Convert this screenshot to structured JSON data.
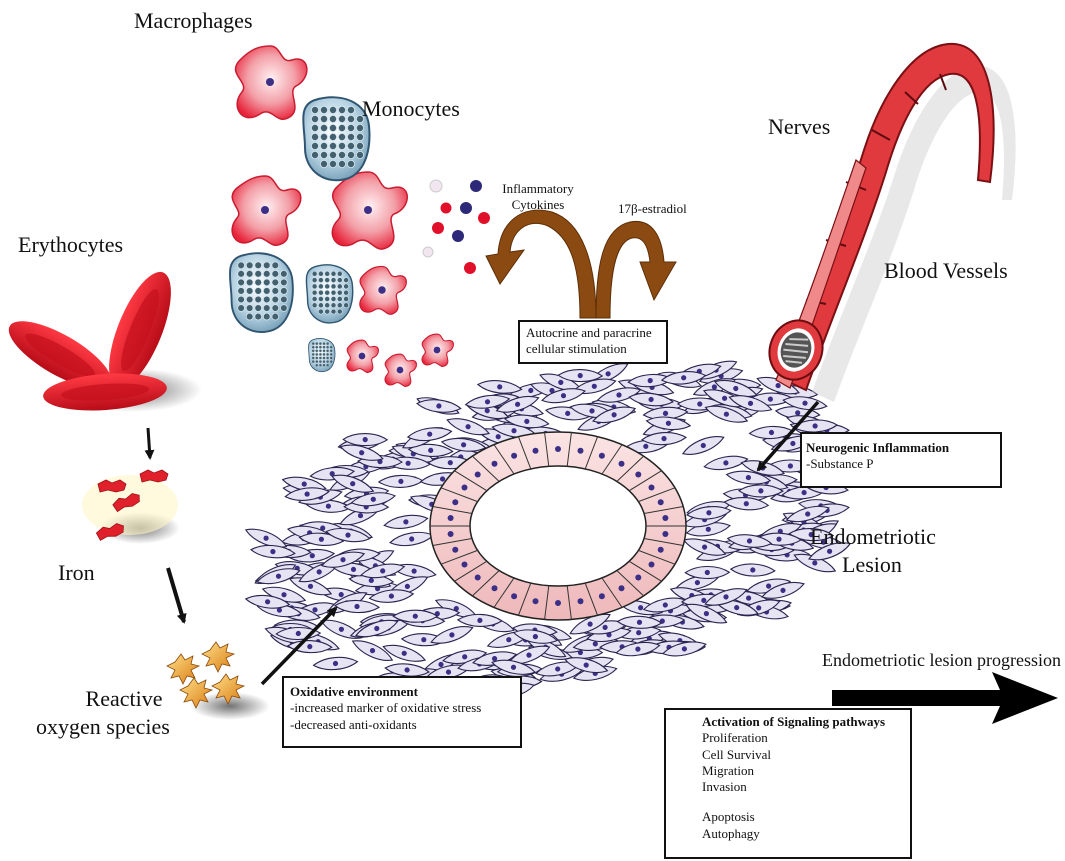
{
  "labels": {
    "macrophages": "Macrophages",
    "monocytes": "Monocytes",
    "erythocytes": "Erythocytes",
    "iron": "Iron",
    "ros_line1": "Reactive",
    "ros_line2": "oxygen species",
    "cytokines_line1": "Inflammatory",
    "cytokines_line2": "Cytokines",
    "estradiol": "17β-estradiol",
    "nerves": "Nerves",
    "blood_vessels": "Blood Vessels",
    "lesion_line1": "Endometriotic",
    "lesion_line2": "Lesion",
    "progression": "Endometriotic lesion progression"
  },
  "boxes": {
    "autocrine": {
      "line1": "Autocrine and paracrine",
      "line2": "cellular stimulation"
    },
    "neurogenic": {
      "title": "Neurogenic Inflammation",
      "line1": "-Substance P"
    },
    "oxidative": {
      "title": "Oxidative environment",
      "line1": "-increased marker of oxidative stress",
      "line2": "-decreased anti-oxidants"
    },
    "signaling": {
      "title": "Activation of Signaling pathways",
      "up_items": [
        "Proliferation",
        "Cell Survival",
        "Migration",
        "Invasion"
      ],
      "down_items": [
        "Apoptosis",
        "Autophagy"
      ]
    }
  },
  "colors": {
    "cell_red": "#e8233a",
    "monocyte_blue": "#9fc4d8",
    "estradiol_brown": "#8b4a12",
    "stroma": "#e6e3f2",
    "epithelium": "#f6d3d3",
    "nucleus": "#3b2f86",
    "ros_orange": "#e9a43a"
  }
}
